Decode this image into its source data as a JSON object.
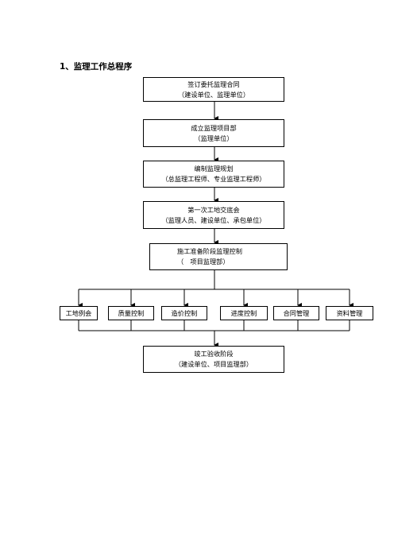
{
  "heading": "1、监理工作总程序",
  "steps": [
    {
      "line1": "签订委托监理合同",
      "line2": "（建设单位、监理单位）"
    },
    {
      "line1": "成立监理项目部",
      "line2": "（监理单位）"
    },
    {
      "line1": "编制监理规划",
      "line2": "（总监理工程师、专业监理工程师）"
    },
    {
      "line1": "第一次工地交底会",
      "line2": "（监理人员、建设单位、承包单位）"
    },
    {
      "line1": "施工准备阶段监理控制",
      "line2": "（　项目监理部）"
    }
  ],
  "controls": [
    "工地例会",
    "质量控制",
    "造价控制",
    "进度控制",
    "合同管理",
    "资料管理"
  ],
  "final": {
    "line1": "竣工验收阶段",
    "line2": "（建设单位、项目监理部）"
  }
}
